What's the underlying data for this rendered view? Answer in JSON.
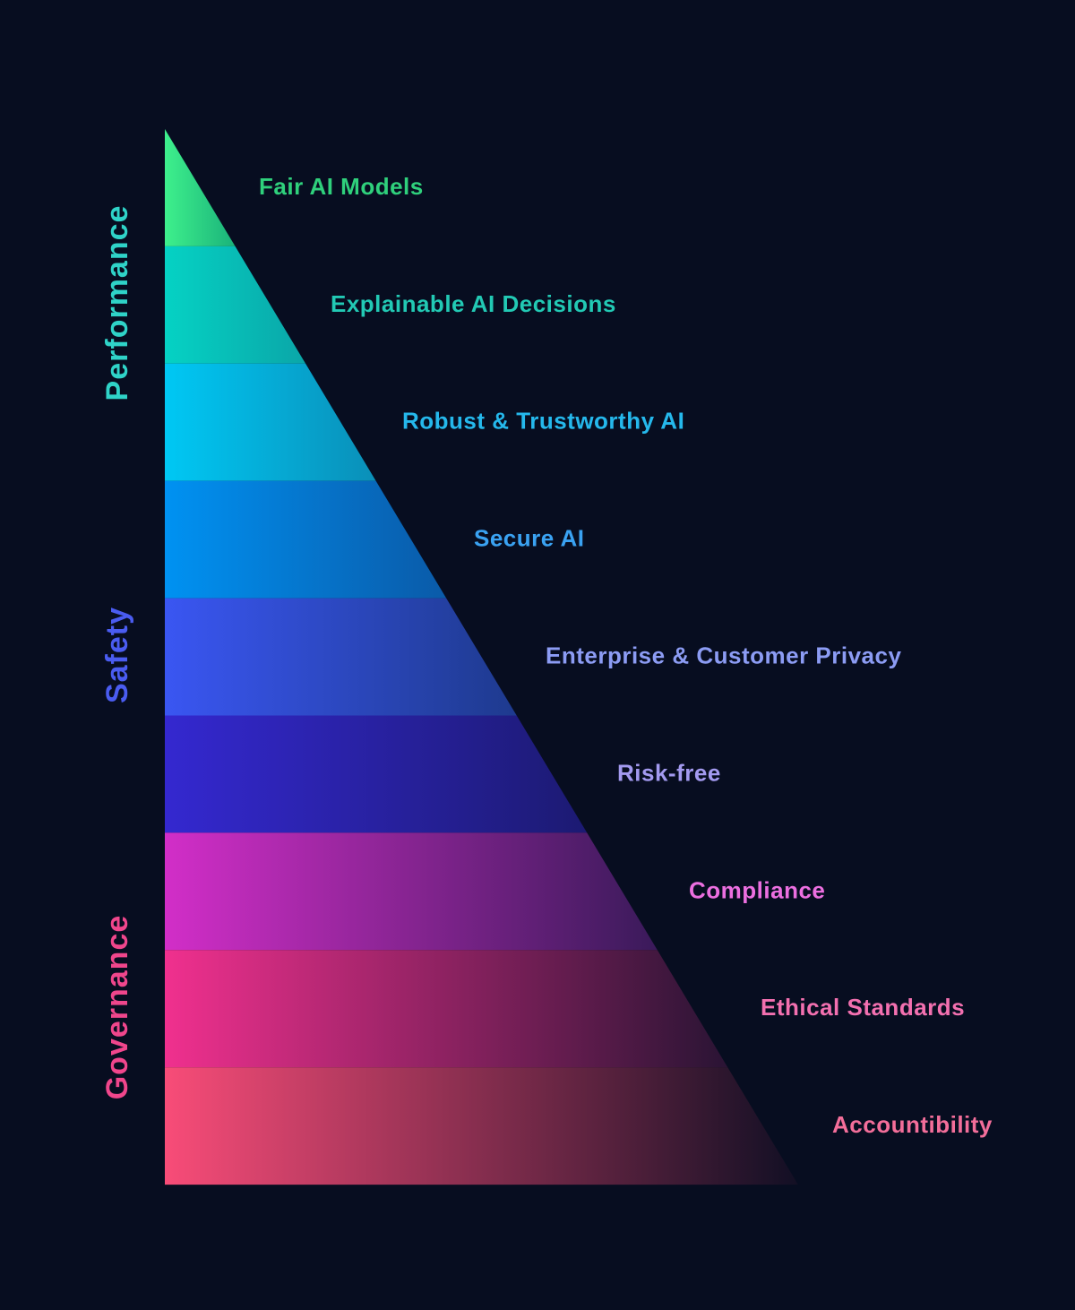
{
  "background": "#070d20",
  "categories": [
    {
      "label": "Performance",
      "color": "#2fd3c8",
      "tiers": [
        0,
        2
      ]
    },
    {
      "label": "Safety",
      "color": "#4a5cf0",
      "tiers": [
        3,
        5
      ]
    },
    {
      "label": "Governance",
      "color": "#f0468c",
      "tiers": [
        6,
        8
      ]
    }
  ],
  "tiers": [
    {
      "label": "Fair AI Models",
      "color_start": "#3ef08c",
      "color_end": "#1ab27a",
      "text_color": "#2fd07c"
    },
    {
      "label": "Explainable AI Decisions",
      "color_start": "#05d2c4",
      "color_end": "#0aa6a8",
      "text_color": "#22c9b4"
    },
    {
      "label": "Robust & Trustworthy AI",
      "color_start": "#00c8f4",
      "color_end": "#0a8fb8",
      "text_color": "#25b8ec"
    },
    {
      "label": "Secure AI",
      "color_start": "#0092f2",
      "color_end": "#0a5aa8",
      "text_color": "#3aa2f2"
    },
    {
      "label": "Enterprise & Customer Privacy",
      "color_start": "#3a56f2",
      "color_end": "#1e3a8e",
      "text_color": "#8c9cf4"
    },
    {
      "label": "Risk-free",
      "color_start": "#3428d0",
      "color_end": "#1c1a72",
      "text_color": "#a39af0"
    },
    {
      "label": "Compliance",
      "color_start": "#d22ec8",
      "color_end": "#3a1a5a",
      "text_color": "#ec6fe0"
    },
    {
      "label": "Ethical Standards",
      "color_start": "#f0308e",
      "color_end": "#2a1434",
      "text_color": "#f370b0"
    },
    {
      "label": "Accountibility",
      "color_start": "#f84c78",
      "color_end": "#120f24",
      "text_color": "#f36e9a"
    }
  ]
}
